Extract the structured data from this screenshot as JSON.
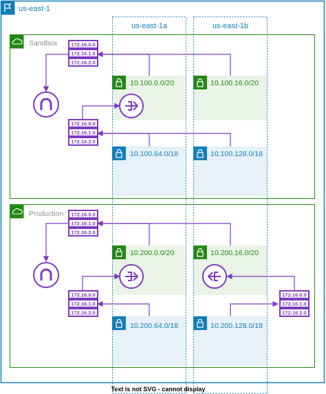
{
  "region": {
    "label": "us-east-1"
  },
  "azs": [
    {
      "label": "us-east-1a"
    },
    {
      "label": "us-east-1b"
    }
  ],
  "vpcs": [
    {
      "name": "Sandbox",
      "subnets": [
        {
          "cidr": "10.100.0.0/20",
          "type": "public"
        },
        {
          "cidr": "10.100.16.0/20",
          "type": "public"
        },
        {
          "cidr": "10.100.64.0/18",
          "type": "private"
        },
        {
          "cidr": "10.100.128.0/18",
          "type": "private"
        }
      ]
    },
    {
      "name": "Production",
      "subnets": [
        {
          "cidr": "10.200.0.0/20",
          "type": "public"
        },
        {
          "cidr": "10.200.16.0/20",
          "type": "public"
        },
        {
          "cidr": "10.200.64.0/18",
          "type": "private"
        },
        {
          "cidr": "10.200.128.0/18",
          "type": "private"
        }
      ]
    }
  ],
  "route_table_entries": [
    "172.16.0.0",
    "172.16.1.0",
    "172.16.2.0"
  ],
  "footer_text": "Text is not SVG - cannot display",
  "colors": {
    "region_border": "#147eba",
    "vpc_border": "#248814",
    "public_subnet_fill": "#e9f3e6",
    "private_subnet_fill": "#e6f2f8",
    "az_border": "#147eba",
    "route_purple": "#7d3ac1",
    "region_text": "#147eba",
    "vpc_text": "#879196",
    "subnet_text": "#248814",
    "private_text": "#147eba"
  },
  "icons": {
    "region": "region-flag-icon",
    "vpc": "vpc-cloud-icon",
    "subnet_public": "lock-icon",
    "subnet_private": "lock-icon",
    "internet_gateway": "internet-gateway-icon",
    "nat_gateway": "nat-gateway-icon",
    "route_table": "route-table-icon"
  }
}
